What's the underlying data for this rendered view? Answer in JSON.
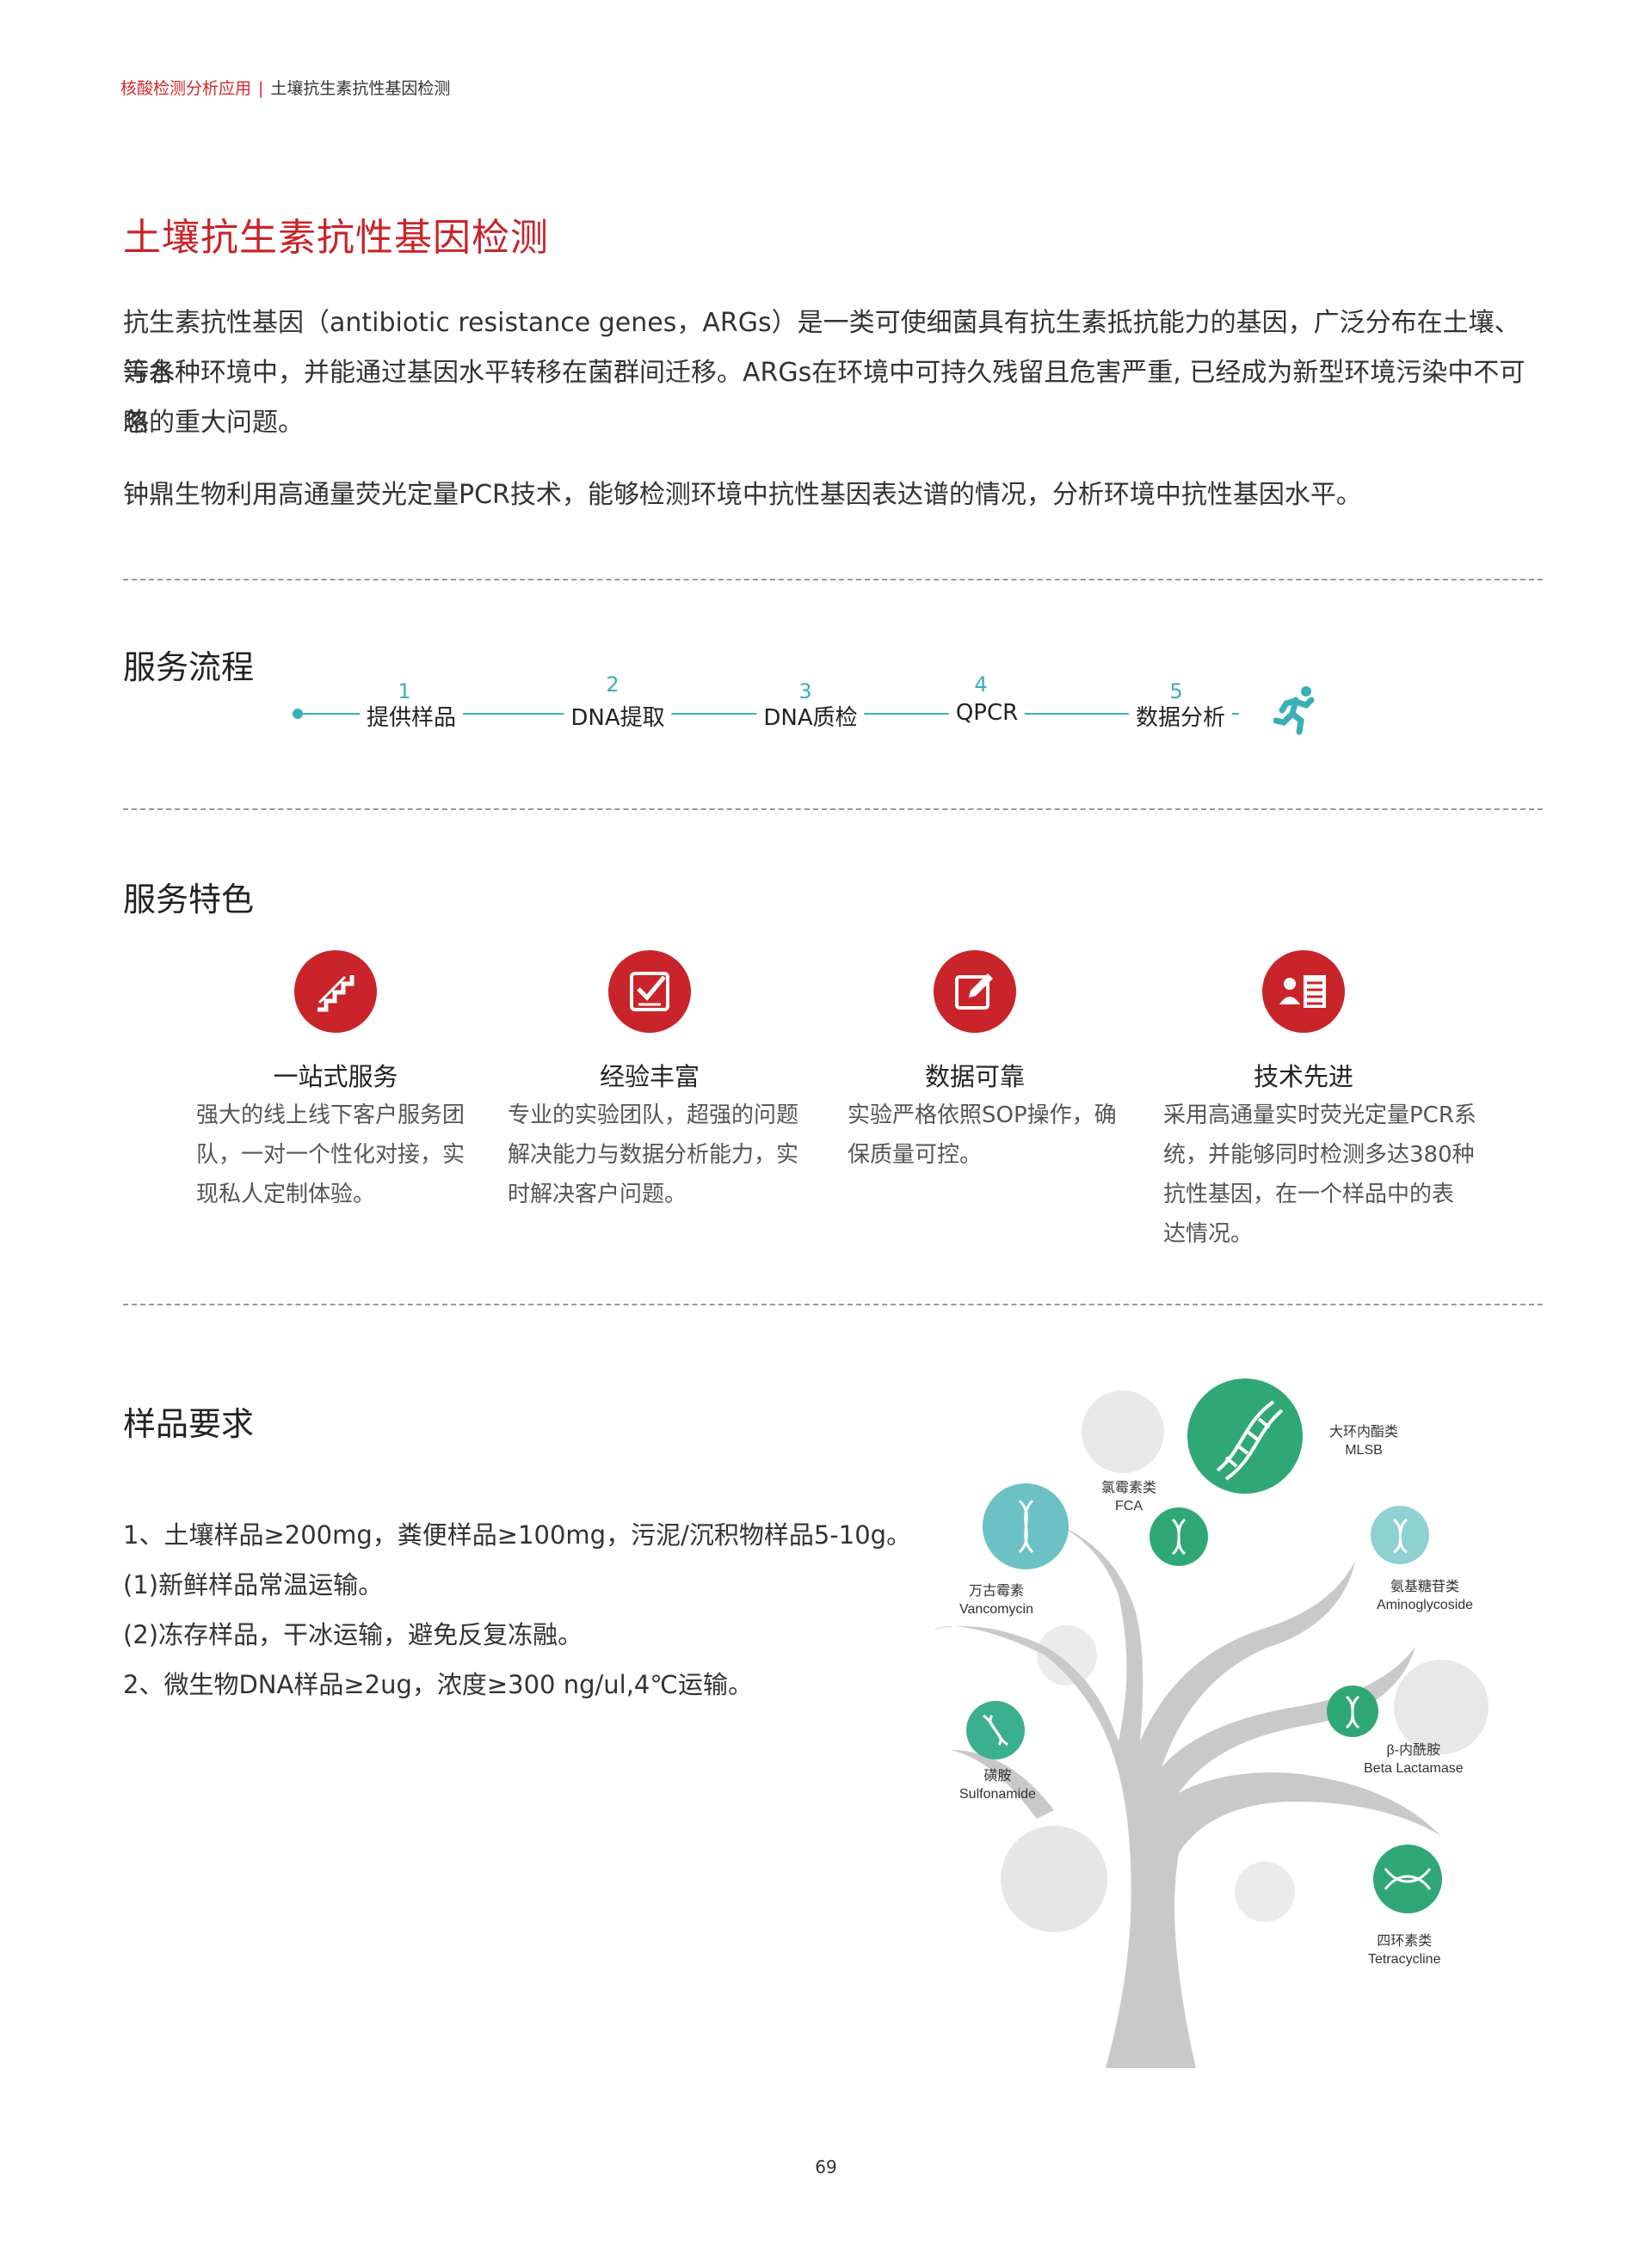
{
  "breadcrumb": {
    "section": "核酸检测分析应用",
    "separator": "|",
    "page": "土壤抗生素抗性基因检测"
  },
  "title": "土壤抗生素抗性基因检测",
  "intro": {
    "line1": "抗生素抗性基因（antibiotic resistance genes，ARGs）是一类可使细菌具有抗生素抵抗能力的基因，广泛分布在土壤、污水",
    "line2": "等各种环境中，并能通过基因水平转移在菌群间迁移。ARGs在环境中可持久残留且危害严重, 已经成为新型环境污染中不可忽",
    "line3": "略的重大问题。",
    "line4": "钟鼎生物利用高通量荧光定量PCR技术，能够检测环境中抗性基因表达谱的情况，分析环境中抗性基因水平。"
  },
  "process": {
    "heading": "服务流程",
    "steps": [
      {
        "num": "1",
        "label": "提供样品"
      },
      {
        "num": "2",
        "label": "DNA提取"
      },
      {
        "num": "3",
        "label": "DNA质检"
      },
      {
        "num": "4",
        "label": "QPCR"
      },
      {
        "num": "5",
        "label": "数据分析"
      }
    ]
  },
  "features": {
    "heading": "服务特色",
    "items": [
      {
        "title": "一站式服务",
        "l1": "强大的线上线下客户服务团",
        "l2": "队，一对一个性化对接，实",
        "l3": "现私人定制体验。",
        "l4": "",
        "icon": "stairs-icon"
      },
      {
        "title": "经验丰富",
        "l1": "专业的实验团队，超强的问题",
        "l2": "解决能力与数据分析能力，实",
        "l3": "时解决客户问题。",
        "l4": "",
        "icon": "checklist-icon"
      },
      {
        "title": "数据可靠",
        "l1": "实验严格依照SOP操作，确",
        "l2": "保质量可控。",
        "l3": "",
        "l4": "",
        "icon": "edit-icon"
      },
      {
        "title": "技术先进",
        "l1": "采用高通量实时荧光定量PCR系",
        "l2": "统，并能够同时检测多达380种",
        "l3": "抗性基因，在一个样品中的表",
        "l4": "达情况。",
        "icon": "profile-list-icon"
      }
    ]
  },
  "sample": {
    "heading": "样品要求",
    "r1": "1、土壤样品≥200mg，粪便样品≥100mg，污泥/沉积物样品5-10g。",
    "r2": "(1)新鲜样品常温运输。",
    "r3": "(2)冻存样品，干冰运输，避免反复冻融。",
    "r4": "2、微生物DNA样品≥2ug，浓度≥300 ng/ul,4℃运输。"
  },
  "tree": {
    "mlsb": {
      "cn": "大环内酯类",
      "en": "MLSB"
    },
    "fca": {
      "cn": "氯霉素类",
      "en": "FCA"
    },
    "vanco": {
      "cn": "万古霉素",
      "en": "Vancomycin"
    },
    "amino": {
      "cn": "氨基糖苷类",
      "en": "Aminoglycoside"
    },
    "beta": {
      "cn": "β-内酰胺",
      "en": "Beta Lactamase"
    },
    "sulfo": {
      "cn": "磺胺",
      "en": "Sulfonamide"
    },
    "tetra": {
      "cn": "四环素类",
      "en": "Tetracycline"
    }
  },
  "colors": {
    "brand_red": "#c8242a",
    "teal": "#3ab0b6",
    "green": "#2fa875"
  },
  "page_number": "69"
}
